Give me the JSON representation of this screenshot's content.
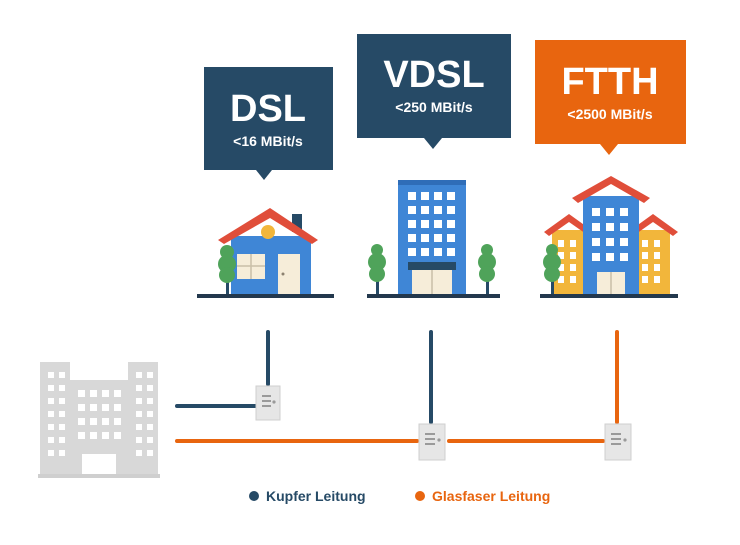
{
  "bubbles": {
    "dsl": {
      "title": "DSL",
      "speed": "<16 MBit/s"
    },
    "vdsl": {
      "title": "VDSL",
      "speed": "<250 MBit/s"
    },
    "ftth": {
      "title": "FTTH",
      "speed": "<2500 MBit/s"
    }
  },
  "legend": {
    "copper": "Kupfer Leitung",
    "fiber": "Glasfaser Leitung"
  },
  "colors": {
    "navy": "#264a66",
    "orange": "#e8650f",
    "blue": "#3f86d6",
    "roof_red": "#e04e3a",
    "yellow": "#f2b63b",
    "green": "#4fa35a",
    "gray": "#d8d8d8",
    "ground": "#23384d"
  }
}
